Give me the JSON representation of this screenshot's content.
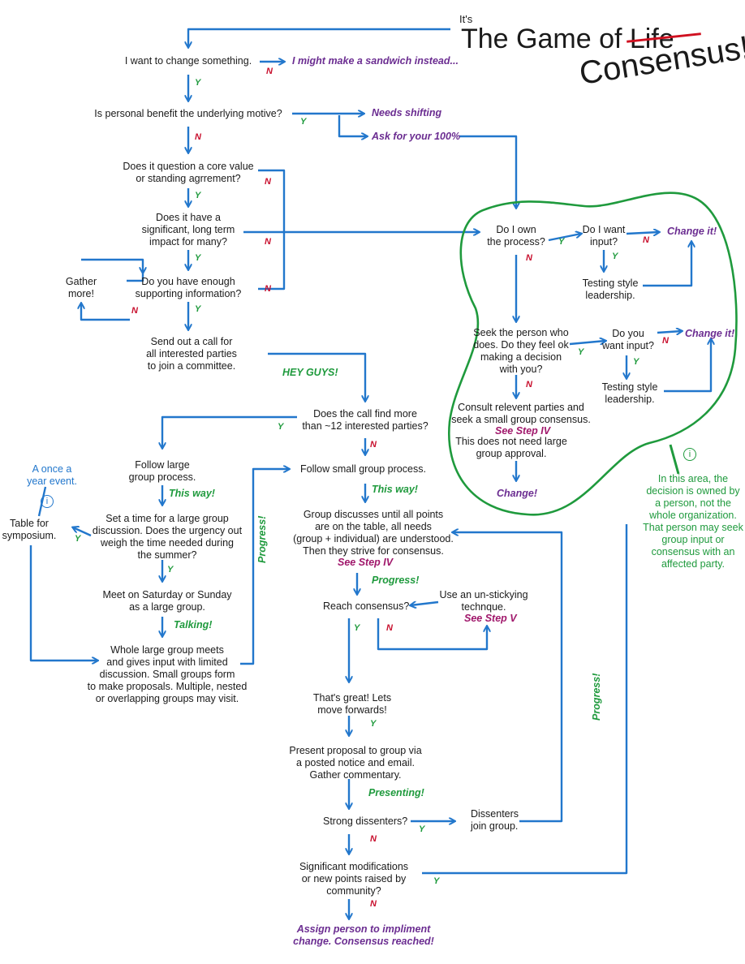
{
  "title": {
    "prefix": "It's",
    "main": "The Game of",
    "struck": "Life",
    "replacement": "Consensus!"
  },
  "nodes": {
    "n1": "I want to change something.",
    "n1_alt": "I might make a sandwich instead...",
    "n2": "Is personal benefit the underlying motive?",
    "n2_a": "Needs shifting",
    "n2_b": "Ask for your 100%",
    "n3": "Does it question a core value\nor standing agrrement?",
    "n4": "Does it have a\nsignificant, long term\nimpact for many?",
    "n5": "Do you have enough\nsupporting information?",
    "gather": "Gather\nmore!",
    "n6": "Send out a call for\nall interested parties\nto join a committee.",
    "hey": "HEY GUYS!",
    "n7": "Does the call find more\nthan ~12 interested parties?",
    "large": "Follow large\ngroup process.",
    "small": "Follow small group process.",
    "thisway1": "This way!",
    "thisway2": "This way!",
    "setime": "Set a time for a large group\ndiscussion. Does the urgency out\nweigh the time needed during\nthe summer?",
    "once": "A once a\nyear event.",
    "table": "Table for\nsymposium.",
    "meet": "Meet on Saturday or Sunday\nas a large group.",
    "talking": "Talking!",
    "whole": "Whole large group meets\nand gives input with limited\ndiscussion. Small groups form\nto make proposals. Multiple, nested\nor overlapping groups may visit.",
    "progress_v": "Progress!",
    "discuss": "Group discusses until all points\nare on the table, all needs\n(group + individual) are understood.\nThen they strive for consensus.",
    "step4a": "See Step IV",
    "progress1": "Progress!",
    "reach": "Reach consensus?",
    "unstick": "Use an un-stickying\ntechnque.",
    "step5": "See Step V",
    "great": "That's great! Lets\nmove forwards!",
    "present": "Present proposal to group via\na posted notice and email.\nGather commentary.",
    "presenting": "Presenting!",
    "dissent": "Strong dissenters?",
    "dissjoin": "Dissenters\njoin group.",
    "progress_v2": "Progress!",
    "signif": "Significant modifications\nor new points raised by\ncommunity?",
    "assign": "Assign person to impliment\nchange. Consensus reached!",
    "own": "Do I own\nthe process?",
    "want1": "Do I want\ninput?",
    "change1": "Change it!",
    "testing1": "Testing style\nleadership.",
    "seek": "Seek the person who\ndoes. Do they feel ok\nmaking a decision\nwith you?",
    "want2": "Do you\nwant input?",
    "change2": "Change it!",
    "testing2": "Testing style\nleadership.",
    "consult": "Consult relevent parties and\nseek a small group consensus.",
    "step4b": "See Step IV",
    "noneed": "This does not need large\ngroup approval.",
    "change3": "Change!",
    "area": "In this area, the\ndecision is owned by\na person, not the\nwhole organization.\nThat person may seek\ngroup input or\nconsensus with an\naffected party."
  },
  "answers": {
    "yes": "Y",
    "no": "N"
  },
  "info_icon": "i",
  "colors": {
    "arrow": "#2277cc",
    "yes": "#1f9a3d",
    "no": "#c8102e",
    "purple": "#6b2d91",
    "step": "#a0176b",
    "blob": "#1f9a3d"
  }
}
